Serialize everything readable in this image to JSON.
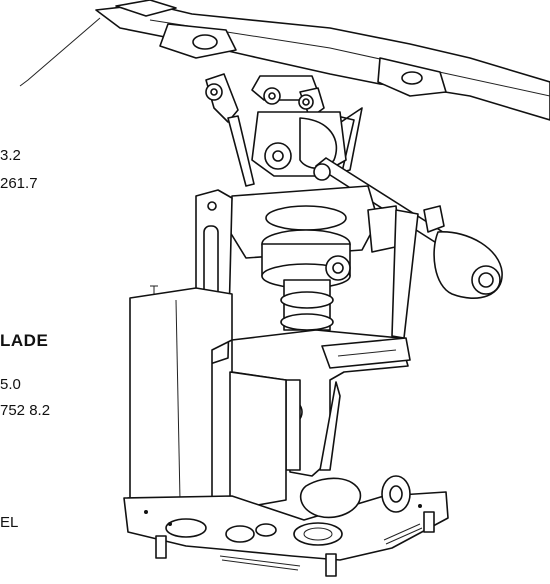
{
  "labels": {
    "l1": "3.2",
    "l2": "261.7",
    "l3": "LADE",
    "l4": "5.0",
    "l5": "752 8.2",
    "l6": "EL"
  },
  "colors": {
    "ink": "#111111",
    "paper": "#ffffff"
  }
}
